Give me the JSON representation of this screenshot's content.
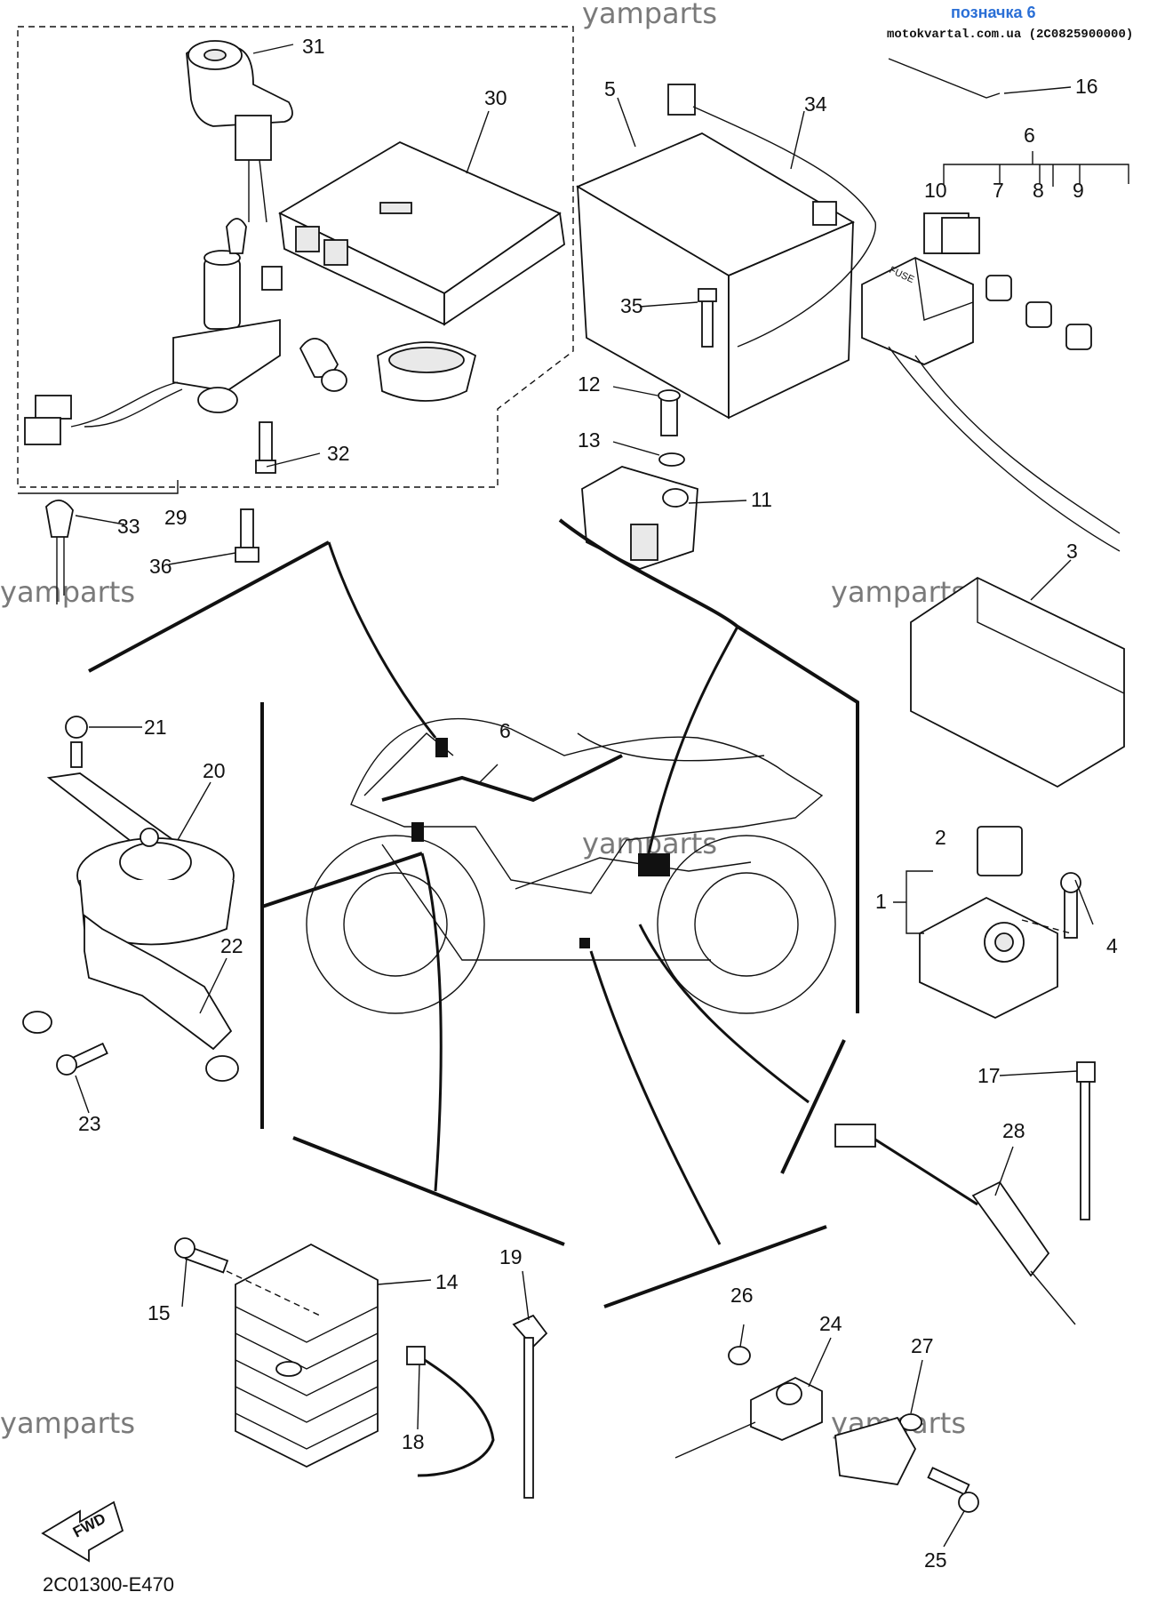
{
  "header": {
    "title": "позначка 6",
    "source": "motokvartal.com.ua (2C0825900000)"
  },
  "watermark": "yamparts",
  "diagram_code": "2C01300-E470",
  "fwd_label": "FWD",
  "callouts": {
    "c1": "1",
    "c2": "2",
    "c3": "3",
    "c4": "4",
    "c5": "5",
    "c6a": "6",
    "c6b": "6",
    "c7": "7",
    "c8": "8",
    "c9": "9",
    "c10": "10",
    "c11": "11",
    "c12": "12",
    "c13": "13",
    "c14": "14",
    "c15": "15",
    "c16": "16",
    "c17": "17",
    "c18": "18",
    "c19": "19",
    "c20": "20",
    "c21": "21",
    "c22": "22",
    "c23": "23",
    "c24": "24",
    "c25": "25",
    "c26": "26",
    "c27": "27",
    "c28": "28",
    "c29": "29",
    "c30": "30",
    "c31": "31",
    "c32": "32",
    "c33": "33",
    "c34": "34",
    "c35": "35",
    "c36": "36"
  },
  "fuse_label": "FUSE"
}
